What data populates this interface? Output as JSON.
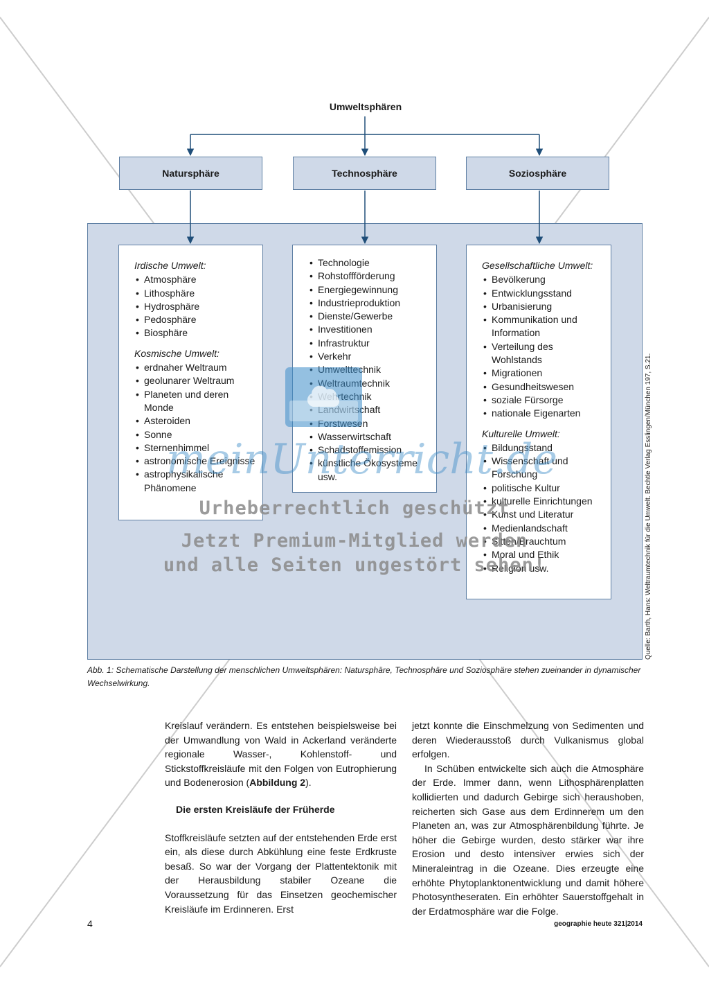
{
  "diagram": {
    "title": "Umweltsphären",
    "spheres": [
      "Natursphäre",
      "Technosphäre",
      "Soziosphäre"
    ],
    "natur": {
      "heading1": "Irdische Umwelt:",
      "items1": [
        "Atmosphäre",
        "Lithosphäre",
        "Hydrosphäre",
        "Pedosphäre",
        "Biosphäre"
      ],
      "heading2": "Kosmische Umwelt:",
      "items2": [
        "erdnaher Weltraum",
        "geolunarer Weltraum",
        "Planeten und deren Monde",
        "Asteroiden",
        "Sonne",
        "Sternenhimmel",
        "astronomische Ereignisse",
        "astrophysikalische Phänomene"
      ]
    },
    "techno": {
      "items": [
        "Technologie",
        "Rohstoffförderung",
        "Energiegewinnung",
        "Industrieproduktion",
        "Dienste/Gewerbe",
        "Investitionen",
        "Infrastruktur",
        "Verkehr",
        "Umwelttechnik",
        "Weltraumtechnik",
        "Wehrtechnik",
        "Landwirtschaft",
        "Forstwesen",
        "Wasserwirtschaft",
        "Schadstoffemission",
        "künstliche Ökosysteme usw."
      ]
    },
    "sozio": {
      "heading1": "Gesellschaftliche Umwelt:",
      "items1": [
        "Bevölkerung",
        "Entwicklungsstand",
        "Urbanisierung",
        "Kommunikation und Information",
        "Verteilung des Wohlstands",
        "Migrationen",
        "Gesundheitswesen",
        "soziale Fürsorge",
        "nationale Eigenarten"
      ],
      "heading2": "Kulturelle Umwelt:",
      "items2": [
        "Bildungsstand",
        "Wissenschaft und Forschung",
        "politische Kultur",
        "kulturelle Einrichtungen",
        "Kunst und Literatur",
        "Medienlandschaft",
        "Sitten/Brauchtum",
        "Moral und Ethik",
        "Religion usw."
      ]
    },
    "caption": "Abb. 1: Schematische Darstellung der menschlichen Umweltsphären: Natursphäre, Technosphäre und Soziosphäre stehen zueinander in dynamischer Wechselwirkung.",
    "source": "Quelle: Barth, Hans: Weltraumtechnik für die Umwelt. Bechtle Verlag Esslingen/München 197, S.21."
  },
  "article": {
    "left_p1_a": "Kreislauf verändern. Es entstehen beispielsweise bei der Umwandlung von Wald in Ackerland veränderte regionale Wasser-, Kohlenstoff- und Stickstoffkreisläufe mit den Folgen von Eutrophierung und Bodenerosion (",
    "left_p1_ref": "Abbildung 2",
    "left_p1_b": ").",
    "subheading": "Die ersten Kreisläufe der Früherde",
    "left_p2": "Stoffkreisläufe setzten auf der entstehenden Erde erst ein, als diese durch Abkühlung eine feste Erdkruste besaß. So war der Vorgang der Plattentektonik mit der Herausbildung stabiler Ozeane die Voraussetzung für das Einsetzen geochemischer Kreisläufe im Erdinneren. Erst",
    "right_p1": "jetzt konnte die Einschmelzung von Sedimenten und deren Wiederausstoß durch Vulkanismus global erfolgen.",
    "right_p2": "In Schüben entwickelte sich auch die Atmosphäre der Erde. Immer dann, wenn Lithosphärenplatten kollidierten und dadurch Gebirge sich heraushoben, reicherten sich Gase aus dem Erdinnerem um den Planeten an, was zur Atmosphärenbildung führte. Je höher die Gebirge wurden, desto stärker war ihre Erosion und desto intensiver erwies sich der Mineraleintrag in die Ozeane. Dies erzeugte eine erhöhte Phytoplanktonentwicklung und damit höhere Photosyntheseraten. Ein erhöhter Sauerstoffgehalt in der Erdatmosphäre war die Folge."
  },
  "footer": {
    "page_number": "4",
    "magazine": "geographie heute 321|2014"
  },
  "watermark": {
    "logo": "meinUnterricht.de",
    "line1": "Urheberrechtlich geschützt",
    "line2": "Jetzt Premium-Mitglied werden",
    "line3": "und alle Seiten ungestört sehen!"
  },
  "colors": {
    "box_fill": "#cfd9e8",
    "box_border": "#5d7ea3",
    "connector": "#1f4e79",
    "watermark_blue": "#3c8cc8"
  }
}
